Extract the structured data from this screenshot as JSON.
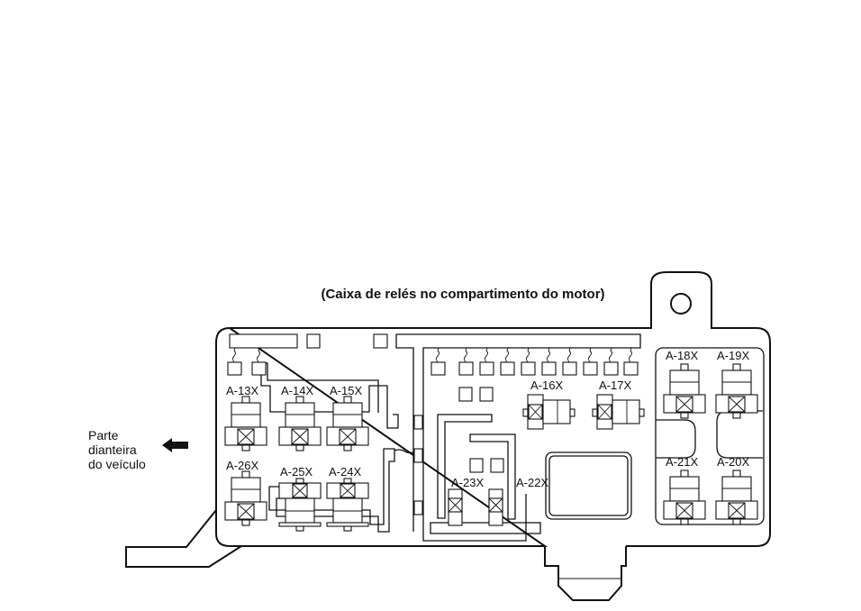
{
  "title": "(Caixa de relés no compartimento do motor)",
  "front_label": [
    "Parte",
    "dianteira",
    "do veículo"
  ],
  "relays": {
    "a13": "A-13X",
    "a14": "A-14X",
    "a15": "A-15X",
    "a16": "A-16X",
    "a17": "A-17X",
    "a18": "A-18X",
    "a19": "A-19X",
    "a20": "A-20X",
    "a21": "A-21X",
    "a22": "A-22X",
    "a23": "A-23X",
    "a24": "A-24X",
    "a25": "A-25X",
    "a26": "A-26X"
  },
  "icons": {
    "arrow": "arrow-left-icon"
  }
}
